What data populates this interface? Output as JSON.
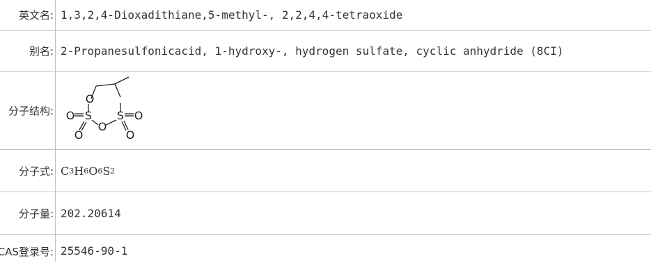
{
  "rows": [
    {
      "label": "英文名:",
      "value": "1,3,2,4-Dioxadithiane,5-methyl-, 2,2,4,4-tetraoxide"
    },
    {
      "label": "别名:",
      "value": "2-Propanesulfonicacid, 1-hydroxy-, hydrogen sulfate, cyclic anhydride (8CI)"
    },
    {
      "label": "分子结构:"
    },
    {
      "label": "分子式:",
      "formula": {
        "C": "C",
        "n1": "3",
        "H": "H",
        "n2": "6",
        "O": "O",
        "n3": "6",
        "S": "S",
        "n4": "2"
      }
    },
    {
      "label": "分子量:",
      "value": "202.20614"
    },
    {
      "label": "CAS登录号:",
      "value": "25546-90-1"
    }
  ],
  "structure": {
    "atom_O_top": "O",
    "atom_S_left": "S",
    "atom_O_ring": "O",
    "atom_S_right": "S",
    "atom_O_left": "O",
    "atom_O_left_bottom": "O",
    "atom_O_right": "O",
    "atom_O_right_bottom": "O"
  }
}
